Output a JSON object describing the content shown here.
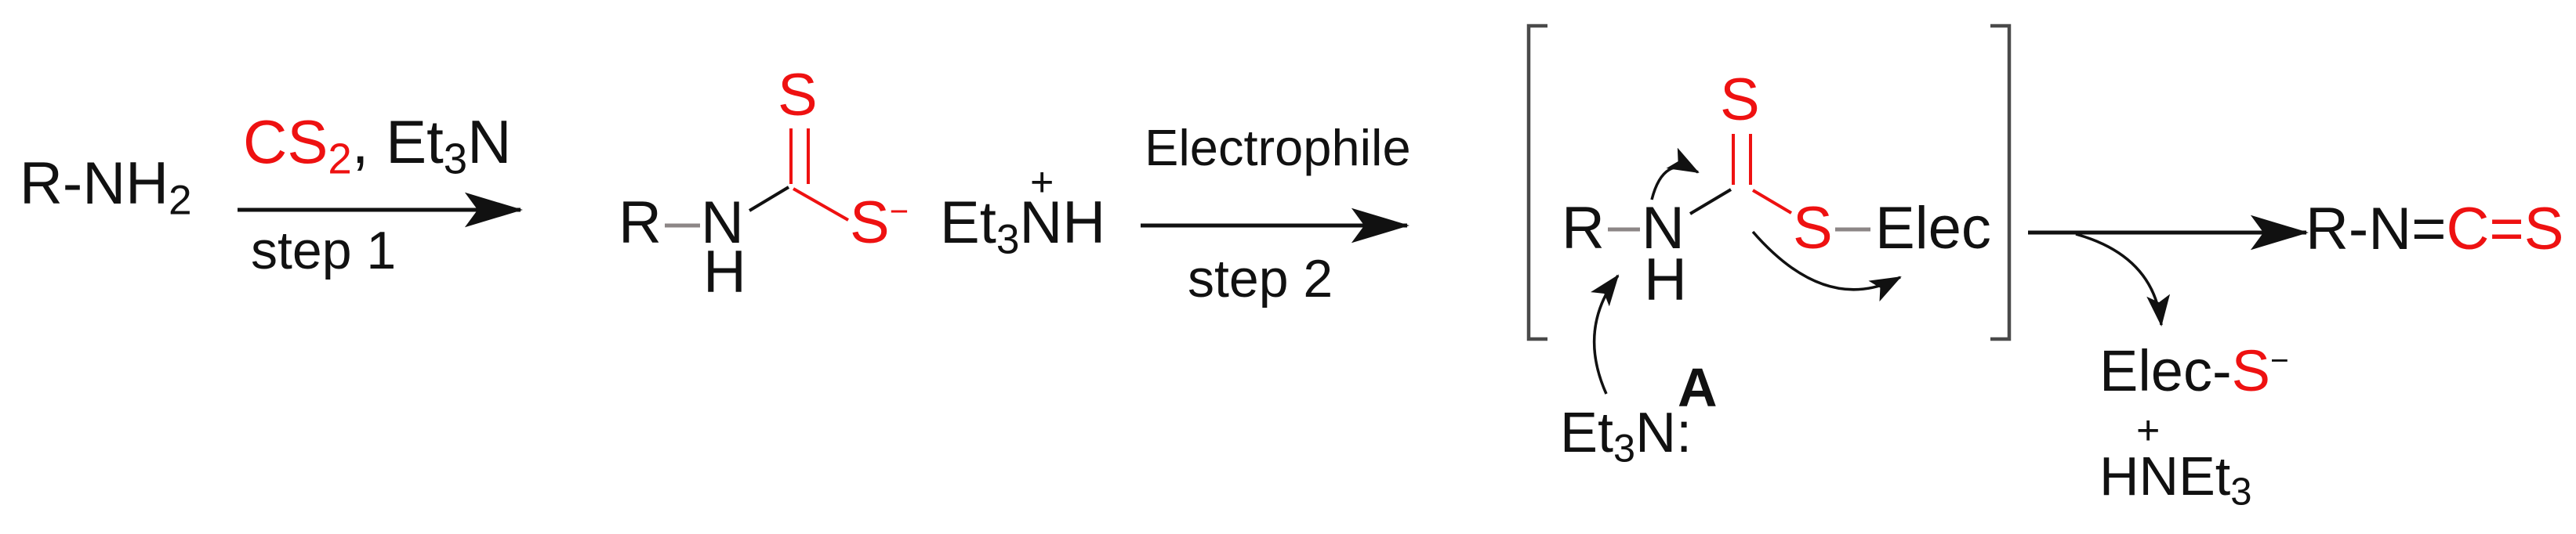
{
  "colors": {
    "ink": "#111111",
    "red": "#ee1111",
    "bond_gray": "#8c8686",
    "bracket_gray": "#4a4a4a"
  },
  "reactant": {
    "formula": "R-NH",
    "sub": "2"
  },
  "arrow1": {
    "reagent_red": "CS",
    "reagent_red_sub": "2",
    "reagent_black": ", Et",
    "reagent_black_sub": "3",
    "reagent_black_end": "N",
    "step": "step 1"
  },
  "intermediate": {
    "r": "R",
    "n": "N",
    "h": "H",
    "s_top": "S",
    "s_anion": "S",
    "anion_charge": "−"
  },
  "counterion": {
    "et": "Et",
    "sub3": "3",
    "nh": "NH",
    "charge": "+"
  },
  "arrow2": {
    "label": "Electrophile",
    "step": "step 2"
  },
  "adduct": {
    "r": "R",
    "n": "N",
    "h": "H",
    "s_top": "S",
    "s_mid": "S",
    "elec": "Elec"
  },
  "base": {
    "et": "Et",
    "sub3": "3",
    "n": "N",
    "lone_pair": ":",
    "label_a": "A"
  },
  "product": {
    "black": "R-N=",
    "red": "C=S"
  },
  "byproducts": {
    "elec": "Elec-",
    "s": "S",
    "charge": "−",
    "plus": "+",
    "amine": "HNEt",
    "amine_sub": "3"
  }
}
